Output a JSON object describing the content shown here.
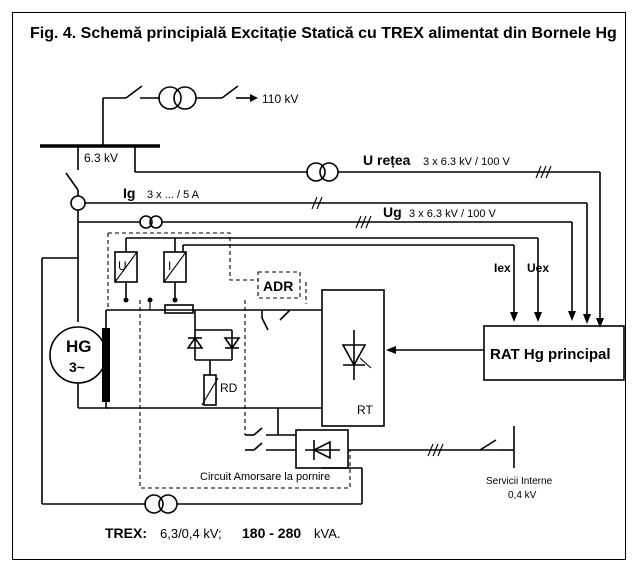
{
  "title": "Fig. 4. Schemă principială Excitație Statică cu TREX alimentat din Bornele Hg",
  "labels": {
    "kv110": "110 kV",
    "kv63": "6.3 kV",
    "u_retea": "U rețea",
    "u_retea_spec": "3 x 6.3 kV / 100 V",
    "ig": "Ig",
    "ig_spec": "3 x ... / 5 A",
    "ug": "Ug",
    "ug_spec": "3 x 6.3 kV / 100 V",
    "iex": "Iex",
    "uex": "Uex",
    "adr": "ADR",
    "rat": "RAT Hg principal",
    "hg": "HG",
    "hg_phase": "3~",
    "rd": "RD",
    "rt": "RT",
    "circuit": "Circuit Amorsare la pornire",
    "servicii_line1": "Servicii Interne",
    "servicii_line2": "0,4 kV",
    "trex_name": "TREX:",
    "trex_ratio": "6,3/0,4 kV;",
    "trex_power": "180 - 280",
    "trex_unit": "kVA."
  }
}
